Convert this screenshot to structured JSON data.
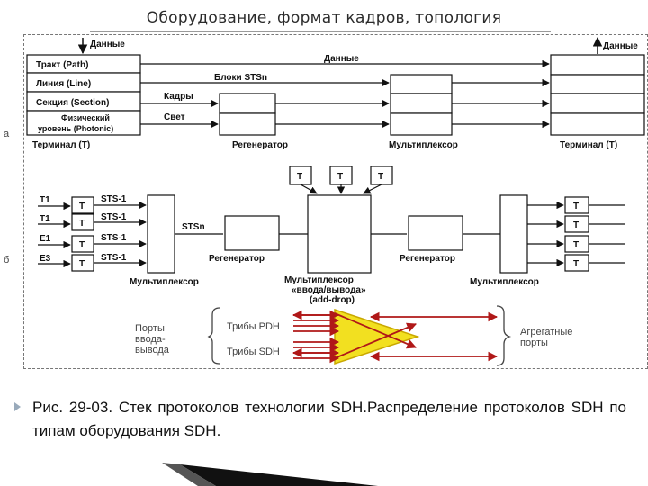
{
  "title": "Оборудование, формат кадров, топология",
  "side_labels": {
    "a": "а",
    "b": "б"
  },
  "stack": {
    "layers": [
      "Тракт (Path)",
      "Линия (Line)",
      "Секция (Section)",
      "Физический",
      "уровень (Photonic)"
    ],
    "top_left": "Данные",
    "top_right": "Данные",
    "mid_data": "Данные",
    "blocks": "Блоки STSn",
    "frames": "Кадры",
    "light": "Свет",
    "terminal_left": "Терминал (Т)",
    "regenerator": "Регенератор",
    "multiplexer": "Мультиплексор",
    "terminal_right": "Терминал (Т)"
  },
  "topology": {
    "inputs": [
      "Т1",
      "Т1",
      "Е1",
      "Е3"
    ],
    "t_label": "Т",
    "sts1": "STS-1",
    "stsn": "STSn",
    "regenerator": "Регенератор",
    "multiplexer": "Мультиплексор",
    "adm_lines": [
      "Мультиплексор",
      "«ввода/вывода»",
      "(add-drop)"
    ]
  },
  "adm_detail": {
    "ports_lines": [
      "Порты",
      "ввода-",
      "вывода"
    ],
    "pdh": "Трибы PDH",
    "sdh": "Трибы SDH",
    "aggregate_lines": [
      "Агрегатные",
      "порты"
    ]
  },
  "caption": "Рис. 29-03. Стек протоколов технологии SDH.Распределение протоколов SDH по типам оборудования SDH.",
  "colors": {
    "arrow": "#b01818",
    "triangle": "#f2e020",
    "triangle_edge": "#c9a800"
  }
}
